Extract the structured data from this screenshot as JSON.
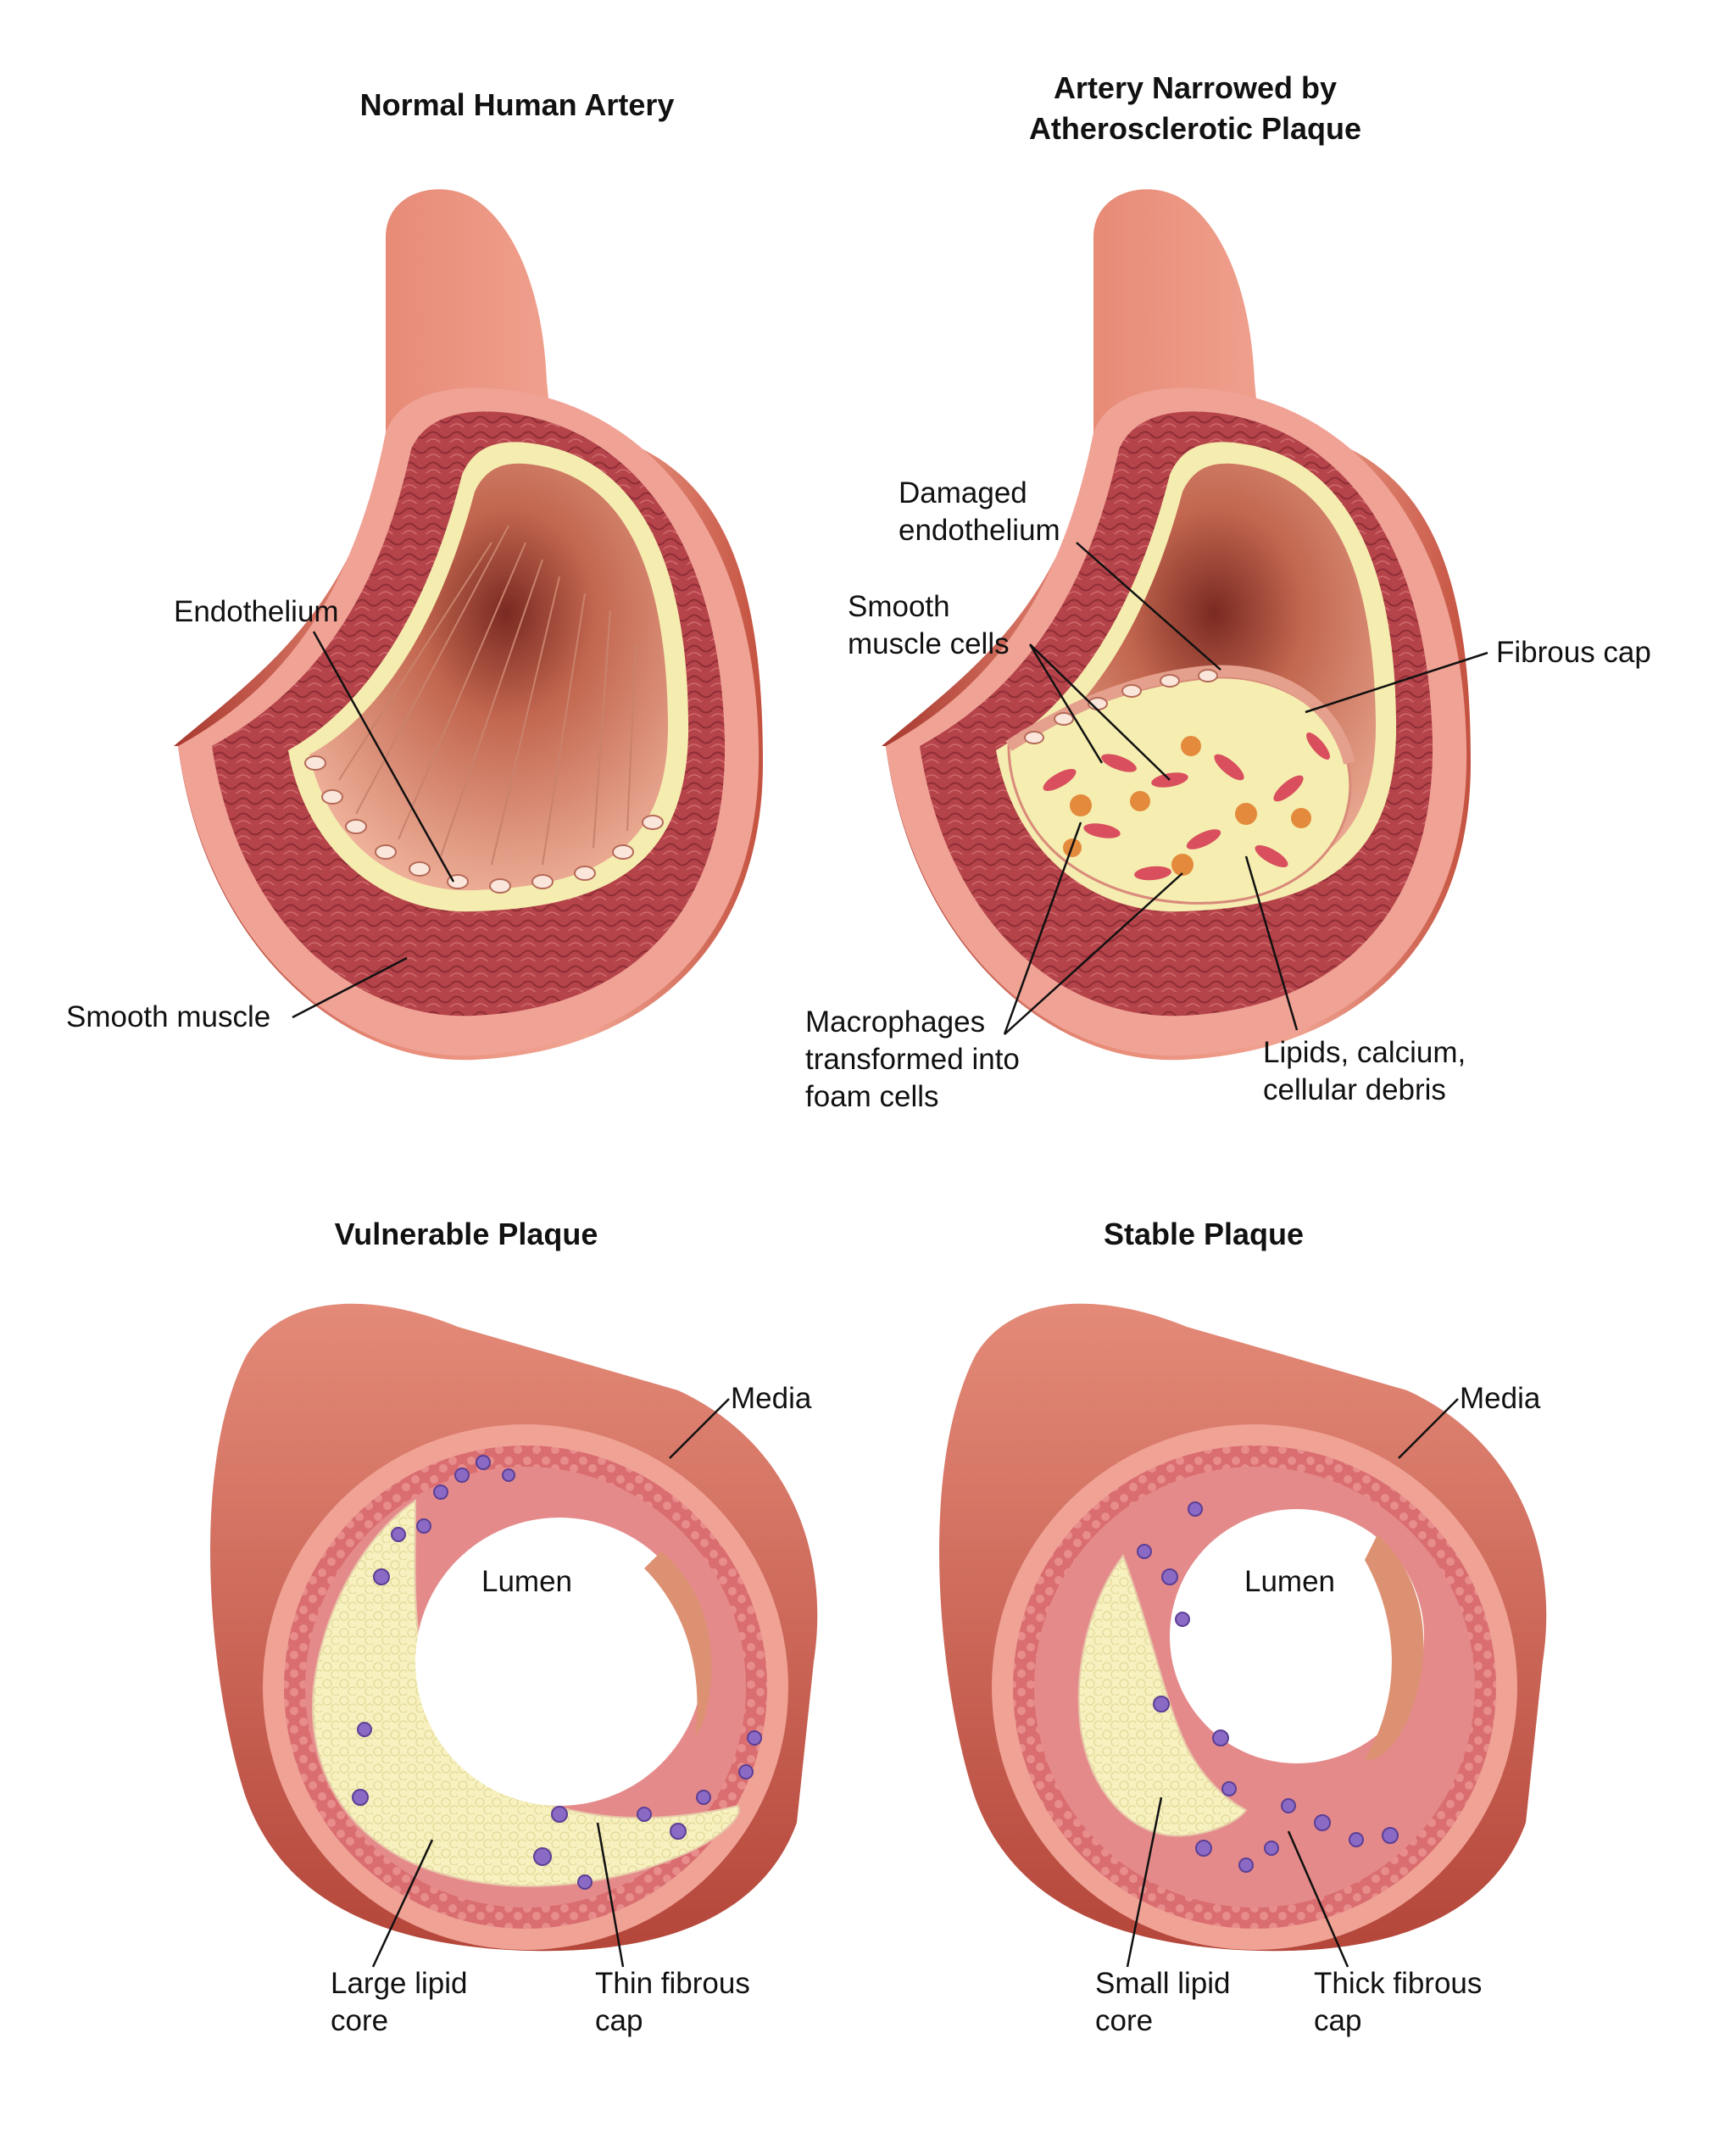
{
  "colors": {
    "outer_tube": "#e07a68",
    "outer_tube_dark": "#b8473c",
    "adventitia": "#f0a295",
    "media_muscle": "#b5434a",
    "intima": "#f5ecb0",
    "lumen_wall": "#dd9173",
    "plaque": "#f5eeb0",
    "foam_cell": "#e38a3c",
    "muscle_cell": "#d94f5e",
    "immune_cell": "#8a6ac4",
    "line": "#111111"
  },
  "panels": {
    "normal": {
      "title": "Normal Human Artery",
      "endothelium": "Endothelium",
      "smooth_muscle": "Smooth muscle"
    },
    "narrowed": {
      "title": "Artery Narrowed by\nAtherosclerotic Plaque",
      "damaged_endothelium": "Damaged\nendothelium",
      "smooth_muscle_cells": "Smooth\nmuscle cells",
      "fibrous_cap": "Fibrous cap",
      "macrophages": "Macrophages\ntransformed into\nfoam cells",
      "lipids": "Lipids, calcium,\ncellular debris"
    },
    "vulnerable": {
      "title": "Vulnerable Plaque",
      "media": "Media",
      "lumen": "Lumen",
      "core": "Large lipid\ncore",
      "cap": "Thin fibrous\ncap"
    },
    "stable": {
      "title": "Stable Plaque",
      "media": "Media",
      "lumen": "Lumen",
      "core": "Small lipid\ncore",
      "cap": "Thick fibrous\ncap"
    }
  }
}
